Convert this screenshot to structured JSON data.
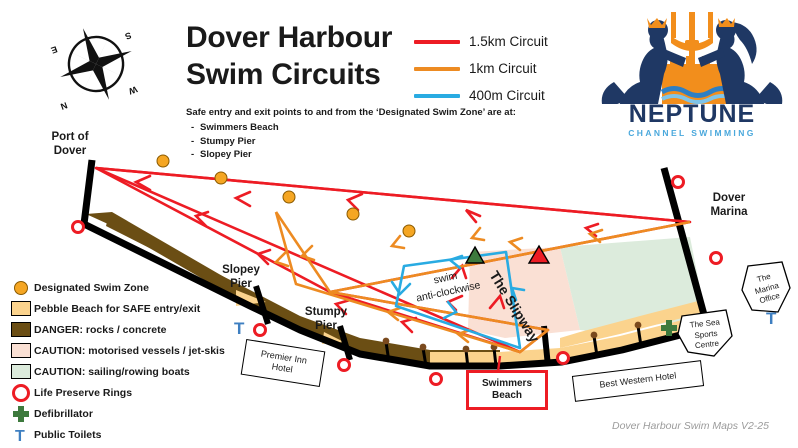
{
  "title": {
    "line1": "Dover Harbour",
    "line2": "Swim Circuits"
  },
  "entry_note": {
    "heading": "Safe entry and exit points to and from the ‘Designated Swim Zone’ are at:",
    "points": [
      "Swimmers Beach",
      "Stumpy Pier",
      "Slopey Pier"
    ]
  },
  "circuit_legend": [
    {
      "label": "1.5km Circuit",
      "color": "#ED1C24"
    },
    {
      "label": "1km Circuit",
      "color": "#ED8B22"
    },
    {
      "label": "400m Circuit",
      "color": "#29ABE2"
    }
  ],
  "key_legend": [
    {
      "icon": "orange-dot-icon",
      "label": "Designated Swim Zone",
      "color": "#F5A623"
    },
    {
      "icon": "swatch-icon",
      "label": "Pebble Beach for SAFE entry/exit",
      "color": "#FBD38D"
    },
    {
      "icon": "swatch-icon",
      "label": "DANGER: rocks / concrete",
      "color": "#6B4E14"
    },
    {
      "icon": "swatch-icon",
      "label": "CAUTION: motorised vessels / jet-skis",
      "color": "#FAE0D4"
    },
    {
      "icon": "swatch-icon",
      "label": "CAUTION: sailing/rowing  boats",
      "color": "#DCEBDC"
    },
    {
      "icon": "life-ring-icon",
      "label": "Life Preserve Rings",
      "color": "#ED1C24"
    },
    {
      "icon": "defibrillator-icon",
      "label": "Defibrillator",
      "color": "#3D7A3D"
    },
    {
      "icon": "toilets-icon",
      "label": "Public Toilets",
      "color": "#3E7FC1"
    }
  ],
  "map_labels": {
    "port_of_dover": "Port of\nDover",
    "dover_marina": "Dover\nMarina",
    "slopey_pier": "Slopey\nPier",
    "stumpy_pier": "Stumpy\nPier",
    "slipway": "The Slipway",
    "swim_direction": "swim\nanti-clockwise",
    "premier_inn": "Premier Inn\nHotel",
    "best_western": "Best Western Hotel",
    "swimmers_beach": "Swimmers\nBeach",
    "marina_office": "The\nMarina\nOffice",
    "sea_sports": "The Sea\nSports\nCentre"
  },
  "compass": {
    "north": "N",
    "south": "S",
    "east": "E",
    "west": "W"
  },
  "logo": {
    "name": "NEPTUNE",
    "tagline": "CHANNEL SWIMMING",
    "navy": "#1F3864",
    "orange": "#F28E1C",
    "lightblue": "#4AA8DC"
  },
  "credit": "Dover Harbour Swim Maps V2-25",
  "colors": {
    "red": "#ED1C24",
    "orange": "#ED8B22",
    "blue": "#29ABE2",
    "sand": "#FBD38D",
    "rock": "#6B4E14",
    "pink": "#FAE0D4",
    "green": "#DCEBDC",
    "wall": "#000000"
  }
}
